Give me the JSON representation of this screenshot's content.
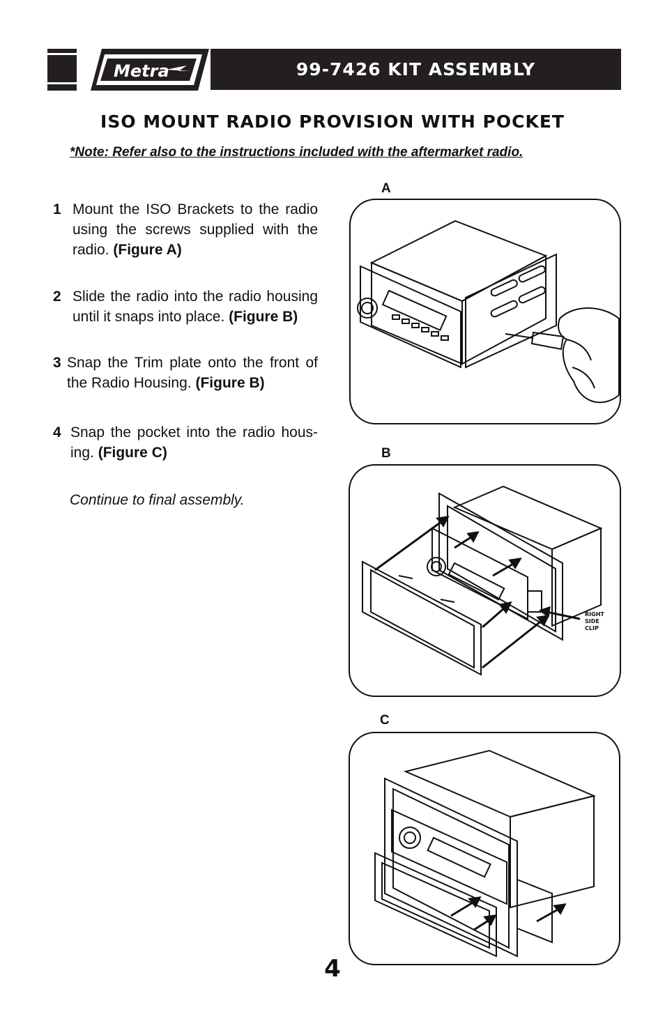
{
  "header": {
    "brand": "Metra",
    "title": "99-7426 KIT ASSEMBLY"
  },
  "section_title": "ISO MOUNT RADIO PROVISION WITH POCKET",
  "note": "*Note:  Refer also to the instructions included with the aftermarket radio.",
  "steps": [
    {
      "number": "1",
      "text": "Mount the ISO Brackets to the radio using the screws supplied with the radio.",
      "figure_ref": "(Figure A)"
    },
    {
      "number": "2",
      "text": "Slide the radio into the radio housing until it snaps into place.",
      "figure_ref": "(Figure B)"
    },
    {
      "number": "3",
      "text": "Snap the Trim plate onto the front of the Radio Housing.",
      "figure_ref": "(Figure B)"
    },
    {
      "number": "4",
      "text": "Snap the pocket into the radio hous-ing.",
      "figure_ref": "(Figure C)"
    }
  ],
  "continue_text": "Continue to final assembly.",
  "figures": [
    {
      "label": "A"
    },
    {
      "label": "B",
      "callout": [
        "RIGHT",
        "SIDE",
        "CLIP"
      ]
    },
    {
      "label": "C"
    }
  ],
  "page_number": "4"
}
